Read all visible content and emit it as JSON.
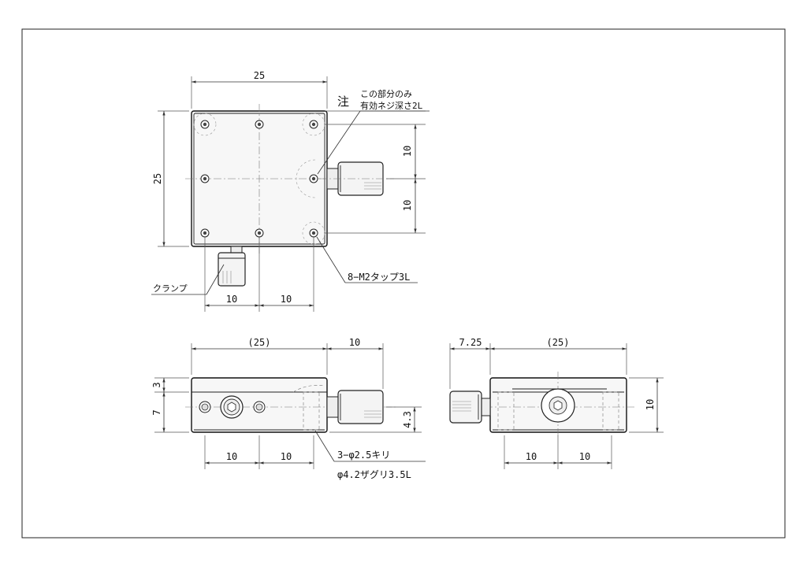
{
  "top_view": {
    "dim_width": "25",
    "dim_height": "25",
    "dim_right_upper": "10",
    "dim_right_lower": "10",
    "dim_bottom_left": "10",
    "dim_bottom_right": "10",
    "note_mark": "注",
    "note_line1": "この部分のみ",
    "note_line2": "有効ネジ深さ2L",
    "tap_label": "8−M2タップ3L",
    "clamp_label": "クランプ"
  },
  "front_view": {
    "dim_width": "(25)",
    "dim_knob": "10",
    "dim_top": "3",
    "dim_side": "7",
    "dim_axis": "4.3",
    "dim_bottom_left": "10",
    "dim_bottom_right": "10",
    "hole_label1": "3−φ2.5キリ",
    "hole_label2": "φ4.2ザグリ3.5L"
  },
  "side_view": {
    "dim_offset": "7.25",
    "dim_width": "(25)",
    "dim_height": "10",
    "dim_bottom_left": "10",
    "dim_bottom_right": "10"
  }
}
